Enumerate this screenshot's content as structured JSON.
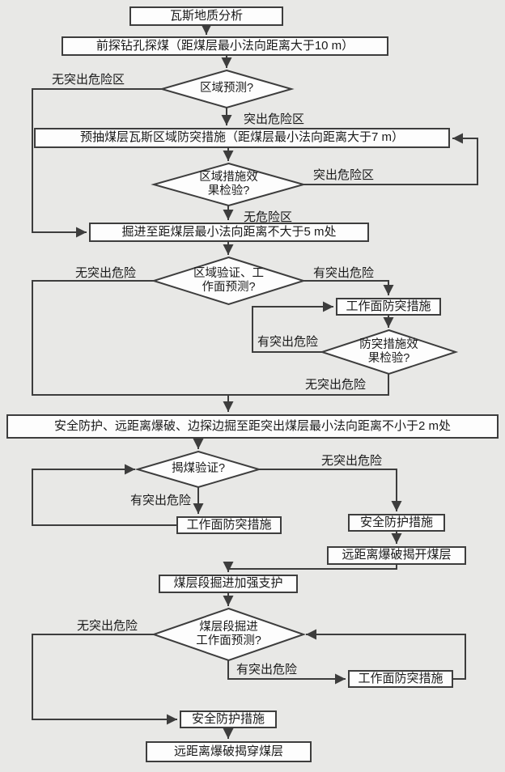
{
  "colors": {
    "background": "#e8e8e6",
    "node_fill": "#fdfdfd",
    "stroke": "#3d3d3d",
    "text": "#1a1a1a"
  },
  "nodes": {
    "gas_geology": {
      "label": "瓦斯地质分析"
    },
    "advance_drilling": {
      "label": "前探钻孔探煤（距煤层最小法向距离大于10 m）"
    },
    "regional_measures": {
      "label": "预抽煤层瓦斯区域防突措施（距煤层最小法向距离大于7 m）"
    },
    "drive_to_5m": {
      "label": "掘进至距煤层最小法向距离不大于5 m处"
    },
    "face_measures_1": {
      "label": "工作面防突措施"
    },
    "safety_blasting_2m": {
      "label": "安全防护、远距离爆破、边探边掘至距突出煤层最小法向距离不小于2 m处"
    },
    "face_measures_2": {
      "label": "工作面防突措施"
    },
    "safety_measures_1": {
      "label": "安全防护措施"
    },
    "blast_open_seam": {
      "label": "远距离爆破揭开煤层"
    },
    "seam_drive_support": {
      "label": "煤层段掘进加强支护"
    },
    "face_measures_3": {
      "label": "工作面防突措施"
    },
    "safety_measures_2": {
      "label": "安全防护措施"
    },
    "blast_through_seam": {
      "label": "远距离爆破揭穿煤层"
    }
  },
  "decisions": {
    "regional_prediction": {
      "lines": [
        "区域预测?"
      ]
    },
    "regional_measure_check": {
      "lines": [
        "区域措施效",
        "果检验?"
      ]
    },
    "regional_verify_face_predict": {
      "lines": [
        "区域验证、工",
        "作面预测?"
      ]
    },
    "measure_effect_check": {
      "lines": [
        "防突措施效",
        "果检验?"
      ]
    },
    "uncover_verification": {
      "lines": [
        "揭煤验证?"
      ]
    },
    "seam_face_prediction": {
      "lines": [
        "煤层段掘进",
        "工作面预测?"
      ]
    }
  },
  "edge_labels": {
    "no_outburst_zone": "无突出危险区",
    "outburst_zone_1": "突出危险区",
    "outburst_zone_2": "突出危险区",
    "no_danger_zone": "无危险区",
    "no_outburst_1": "无突出危险",
    "has_outburst_1": "有突出危险",
    "has_outburst_2": "有突出危险",
    "no_outburst_2": "无突出危险",
    "no_outburst_3": "无突出危险",
    "has_outburst_3": "有突出危险",
    "no_outburst_4": "无突出危险",
    "has_outburst_4": "有突出危险"
  }
}
